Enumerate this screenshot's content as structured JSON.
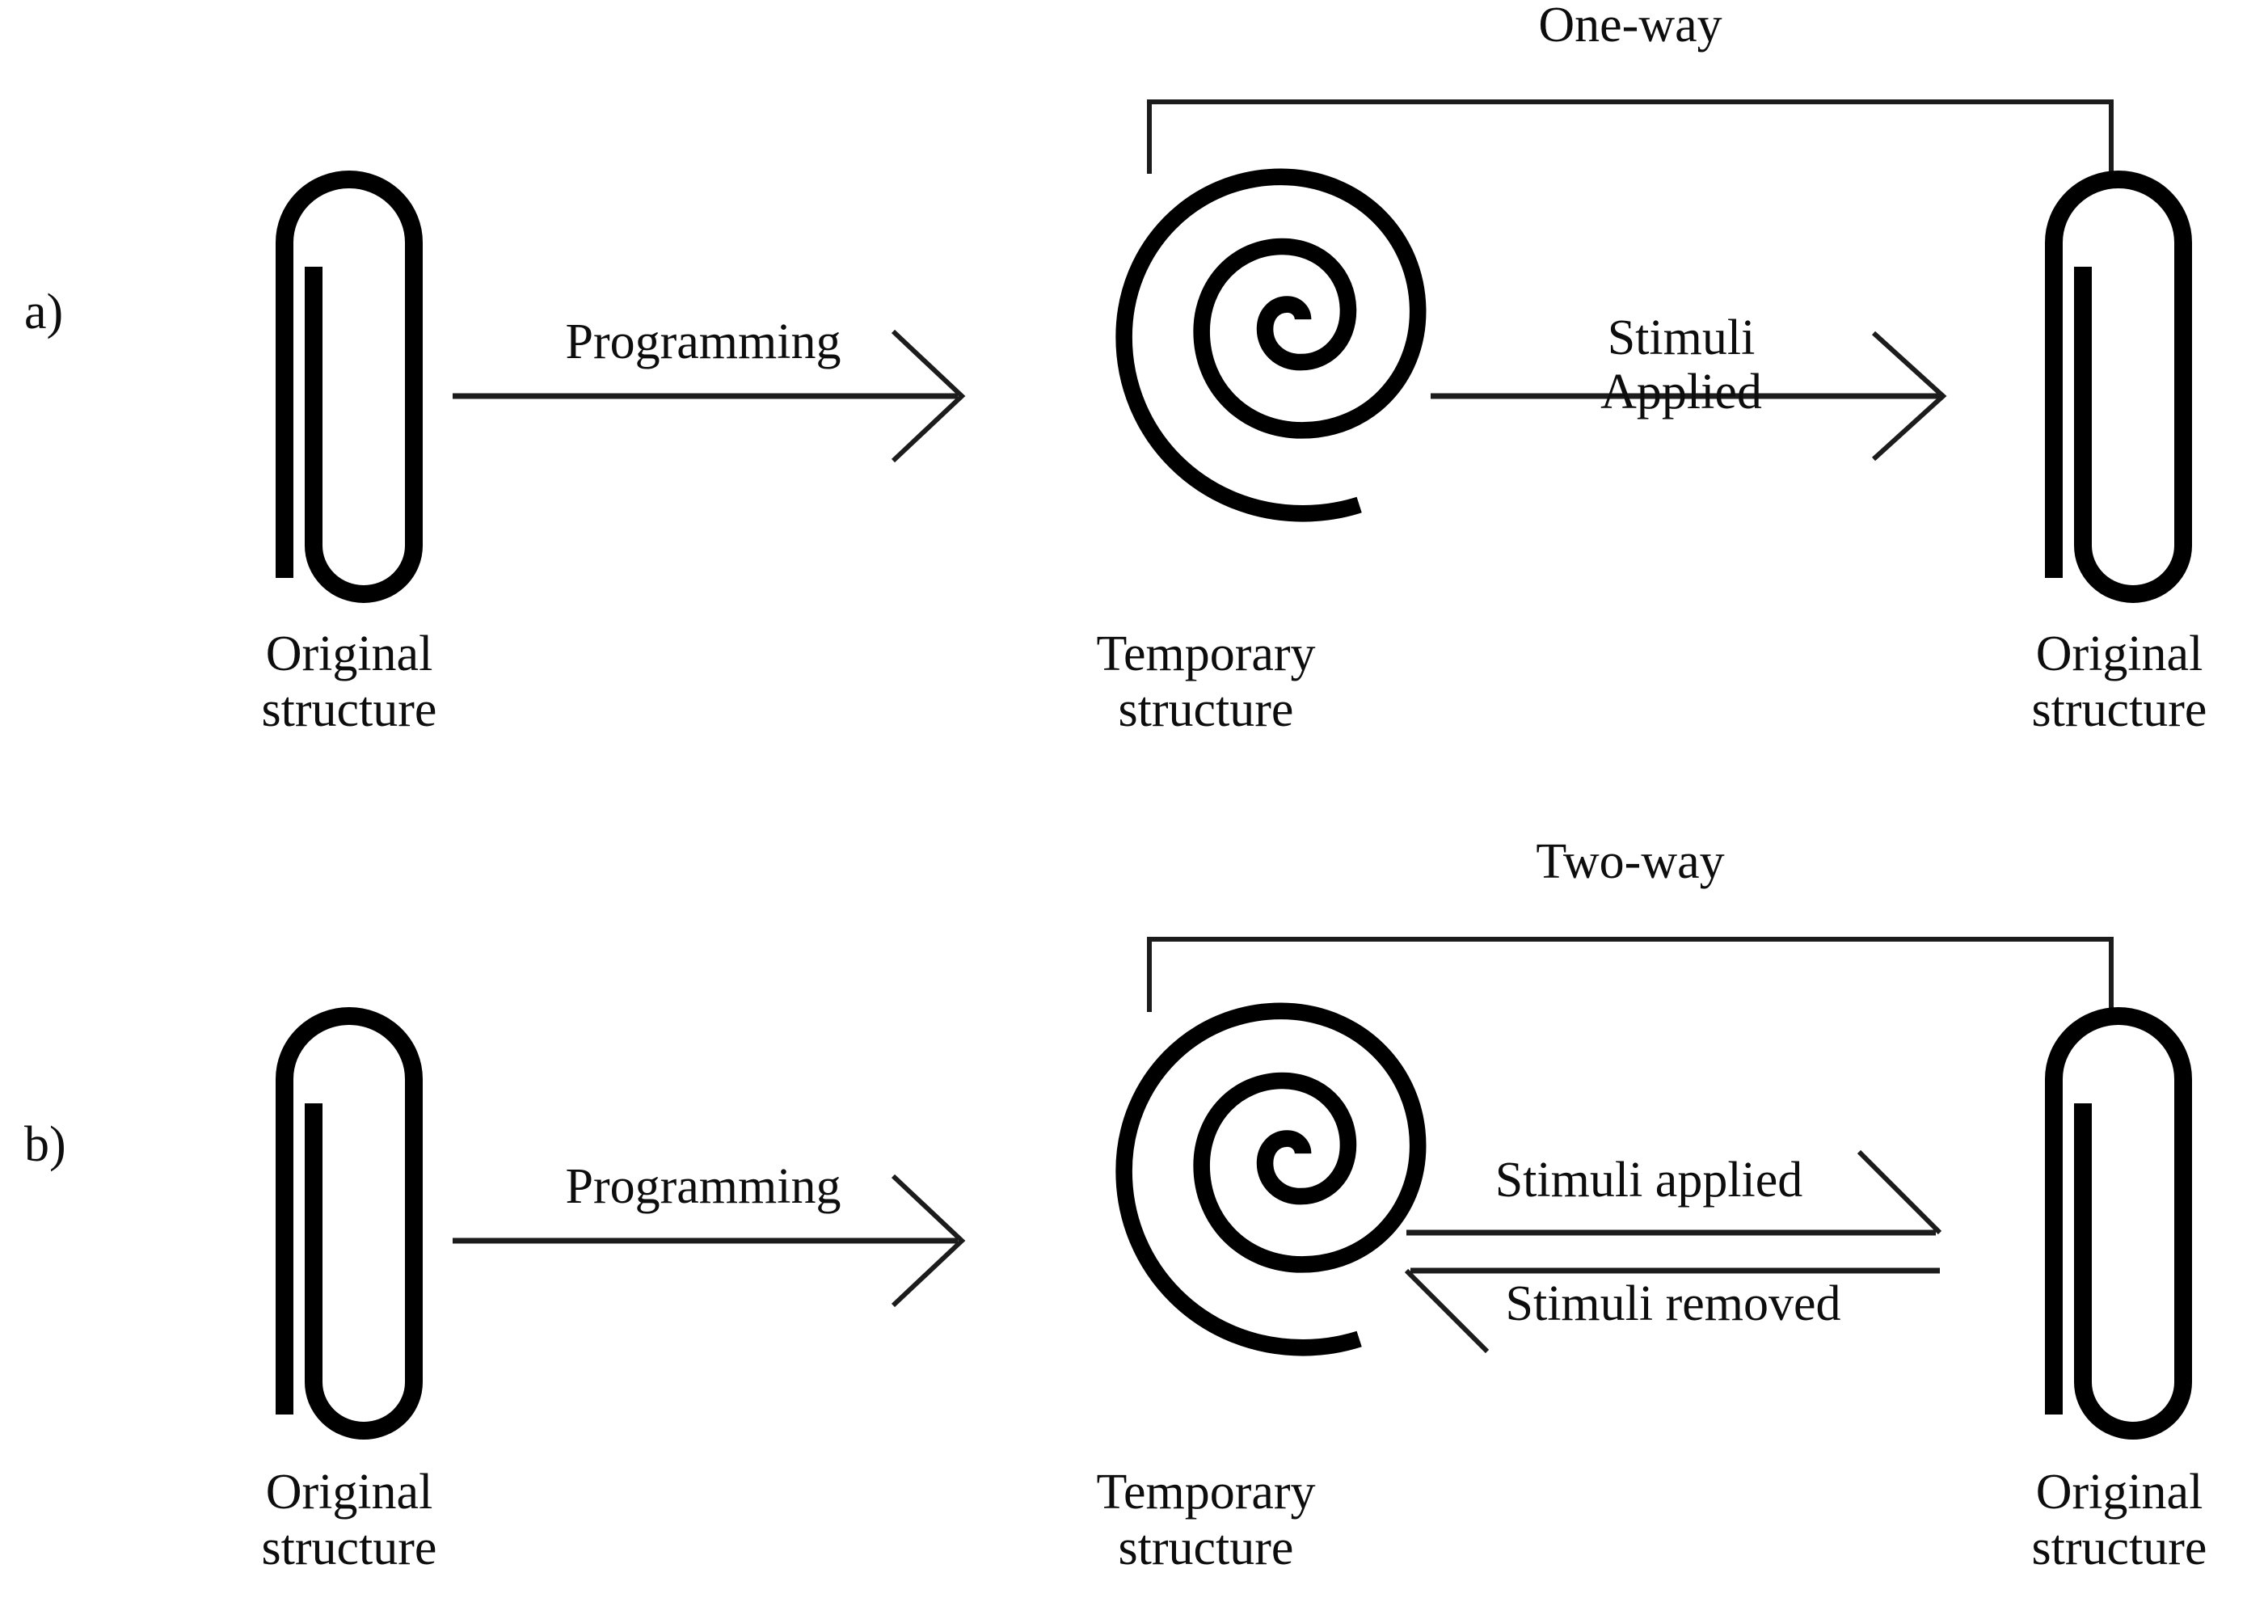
{
  "figure": {
    "type": "diagram",
    "title": "Shape memory polymer one-way and two-way shape memory effect schematic",
    "background_color": "#ffffff",
    "ink_color": "#000000"
  },
  "panels": [
    {
      "id": "a",
      "letter": "a)",
      "bracket_label": "One-way",
      "steps": [
        {
          "shape": "hairpin-strip",
          "caption": "Original\nstructure"
        },
        {
          "shape": "spiral",
          "caption": "Temporary\nstructure"
        },
        {
          "shape": "hairpin-strip",
          "caption": "Original\nstructure"
        }
      ],
      "arrows": [
        {
          "label": "Programming",
          "direction": "right"
        },
        {
          "label": "Stimuli\nApplied",
          "direction": "right"
        }
      ]
    },
    {
      "id": "b",
      "letter": "b)",
      "bracket_label": "Two-way",
      "steps": [
        {
          "shape": "hairpin-strip",
          "caption": "Original\nstructure"
        },
        {
          "shape": "spiral",
          "caption": "Temporary\nstructure"
        },
        {
          "shape": "hairpin-strip",
          "caption": "Original\nstructure"
        }
      ],
      "arrows": [
        {
          "label": "Programming",
          "direction": "right"
        },
        {
          "label": "Stimuli applied",
          "direction": "right"
        },
        {
          "label": "Stimuli removed",
          "direction": "left"
        }
      ]
    }
  ],
  "icons": {
    "spiral": "spiral-icon",
    "strip": "hairpin-strip-icon",
    "arrow_right": "arrow-right-icon",
    "arrow_left": "arrow-left-icon",
    "bracket": "span-bracket-icon"
  }
}
